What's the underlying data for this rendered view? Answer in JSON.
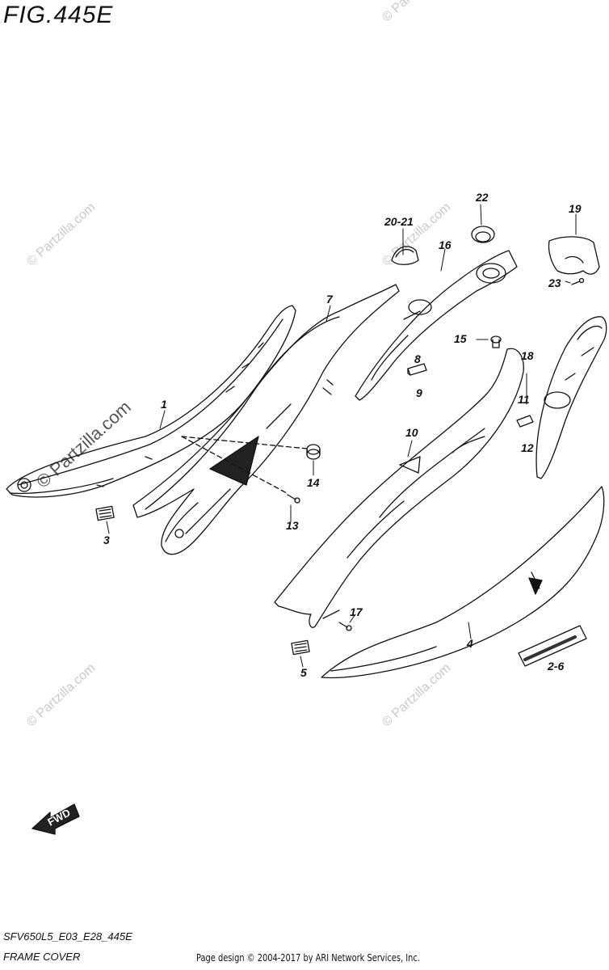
{
  "figure": {
    "title": "FIG.445E",
    "model_code": "SFV650L5_E03_E28_445E",
    "section_name": "FRAME COVER"
  },
  "footer": {
    "copyright": "Page design © 2004-2017 by ARI Network Services, Inc."
  },
  "watermark": {
    "text": "© Partzilla.com"
  },
  "direction_indicator": {
    "label": "FWD"
  },
  "callouts": [
    "1",
    "2-6",
    "3",
    "4",
    "5",
    "7",
    "8",
    "9",
    "10",
    "11",
    "12",
    "13",
    "14",
    "15",
    "16",
    "17",
    "18",
    "19",
    "20-21",
    "22",
    "23"
  ]
}
